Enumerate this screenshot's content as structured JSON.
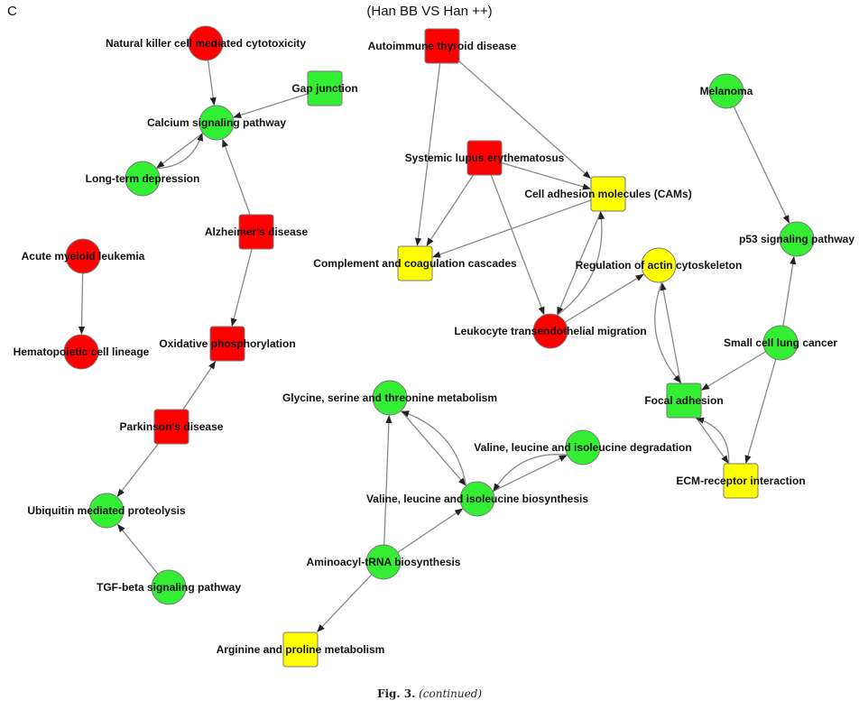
{
  "panel_letter": "C",
  "title": "(Han BB VS Han ++)",
  "caption": {
    "figure": "Fig. 3.",
    "note": "(continued)"
  },
  "colors": {
    "red": "#ff0000",
    "green": "#33ee33",
    "yellow": "#ffff00",
    "edge": "#888888"
  },
  "nodes": [
    {
      "id": "nk",
      "label": "Natural killer cell mediated cytotoxicity",
      "shape": "circle",
      "color": "red"
    },
    {
      "id": "gap",
      "label": "Gap junction",
      "shape": "square",
      "color": "green"
    },
    {
      "id": "calcium",
      "label": "Calcium signaling pathway",
      "shape": "circle",
      "color": "green"
    },
    {
      "id": "ltd",
      "label": "Long-term depression",
      "shape": "circle",
      "color": "green"
    },
    {
      "id": "alz",
      "label": "Alzheimer's disease",
      "shape": "square",
      "color": "red"
    },
    {
      "id": "aml",
      "label": "Acute myeloid leukemia",
      "shape": "circle",
      "color": "red"
    },
    {
      "id": "hcl",
      "label": "Hematopoietic cell lineage",
      "shape": "circle",
      "color": "red"
    },
    {
      "id": "oxphos",
      "label": "Oxidative phosphorylation",
      "shape": "square",
      "color": "red"
    },
    {
      "id": "park",
      "label": "Parkinson's disease",
      "shape": "square",
      "color": "red"
    },
    {
      "id": "ubiq",
      "label": "Ubiquitin mediated proteolysis",
      "shape": "circle",
      "color": "green"
    },
    {
      "id": "tgf",
      "label": "TGF-beta signaling pathway",
      "shape": "circle",
      "color": "green"
    },
    {
      "id": "atd",
      "label": "Autoimmune thyroid disease",
      "shape": "square",
      "color": "red"
    },
    {
      "id": "sle",
      "label": "Systemic lupus erythematosus",
      "shape": "square",
      "color": "red"
    },
    {
      "id": "cams",
      "label": "Cell adhesion molecules (CAMs)",
      "shape": "square",
      "color": "yellow"
    },
    {
      "id": "comp",
      "label": "Complement and coagulation cascades",
      "shape": "square",
      "color": "yellow"
    },
    {
      "id": "leuko",
      "label": "Leukocyte transendothelial migration",
      "shape": "circle",
      "color": "red"
    },
    {
      "id": "actin",
      "label": "Regulation of actin cytoskeleton",
      "shape": "circle",
      "color": "yellow"
    },
    {
      "id": "melanoma",
      "label": "Melanoma",
      "shape": "circle",
      "color": "green"
    },
    {
      "id": "p53",
      "label": "p53 signaling pathway",
      "shape": "circle",
      "color": "green"
    },
    {
      "id": "sclc",
      "label": "Small cell lung cancer",
      "shape": "circle",
      "color": "green"
    },
    {
      "id": "focal",
      "label": "Focal adhesion",
      "shape": "square",
      "color": "green"
    },
    {
      "id": "ecm",
      "label": "ECM-receptor interaction",
      "shape": "square",
      "color": "yellow"
    },
    {
      "id": "gly",
      "label": "Glycine, serine and threonine metabolism",
      "shape": "circle",
      "color": "green"
    },
    {
      "id": "vdeg",
      "label": "Valine, leucine and isoleucine degradation",
      "shape": "circle",
      "color": "green"
    },
    {
      "id": "vbio",
      "label": "Valine, leucine and isoleucine biosynthesis",
      "shape": "circle",
      "color": "green"
    },
    {
      "id": "trna",
      "label": "Aminoacyl-tRNA biosynthesis",
      "shape": "circle",
      "color": "green"
    },
    {
      "id": "arg",
      "label": "Arginine and proline metabolism",
      "shape": "square",
      "color": "yellow"
    }
  ],
  "edges": [
    {
      "from": "nk",
      "to": "calcium"
    },
    {
      "from": "gap",
      "to": "calcium"
    },
    {
      "from": "calcium",
      "to": "ltd"
    },
    {
      "from": "ltd",
      "to": "calcium",
      "curve": true
    },
    {
      "from": "alz",
      "to": "calcium"
    },
    {
      "from": "alz",
      "to": "oxphos"
    },
    {
      "from": "aml",
      "to": "hcl"
    },
    {
      "from": "park",
      "to": "oxphos"
    },
    {
      "from": "park",
      "to": "ubiq"
    },
    {
      "from": "tgf",
      "to": "ubiq"
    },
    {
      "from": "atd",
      "to": "comp"
    },
    {
      "from": "atd",
      "to": "cams"
    },
    {
      "from": "sle",
      "to": "cams"
    },
    {
      "from": "sle",
      "to": "comp"
    },
    {
      "from": "sle",
      "to": "leuko"
    },
    {
      "from": "cams",
      "to": "comp"
    },
    {
      "from": "cams",
      "to": "leuko"
    },
    {
      "from": "leuko",
      "to": "cams",
      "curve": true
    },
    {
      "from": "leuko",
      "to": "actin"
    },
    {
      "from": "melanoma",
      "to": "p53"
    },
    {
      "from": "sclc",
      "to": "p53"
    },
    {
      "from": "sclc",
      "to": "focal"
    },
    {
      "from": "sclc",
      "to": "ecm"
    },
    {
      "from": "focal",
      "to": "actin"
    },
    {
      "from": "actin",
      "to": "focal",
      "curve": true
    },
    {
      "from": "focal",
      "to": "ecm"
    },
    {
      "from": "ecm",
      "to": "focal",
      "curve": true
    },
    {
      "from": "gly",
      "to": "vbio"
    },
    {
      "from": "vbio",
      "to": "gly",
      "curve": true
    },
    {
      "from": "vbio",
      "to": "vdeg"
    },
    {
      "from": "vdeg",
      "to": "vbio",
      "curve": true
    },
    {
      "from": "trna",
      "to": "gly"
    },
    {
      "from": "trna",
      "to": "vbio"
    },
    {
      "from": "trna",
      "to": "arg"
    }
  ]
}
